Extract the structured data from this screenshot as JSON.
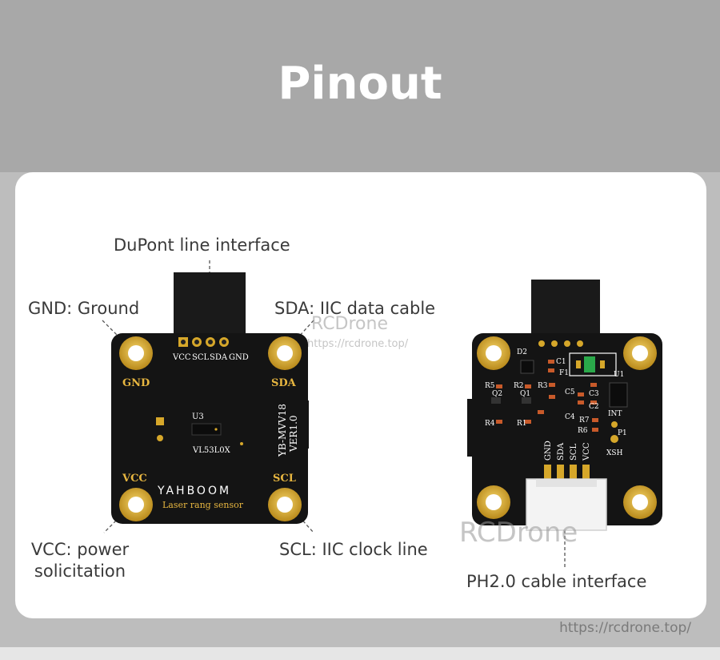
{
  "title": "Pinout",
  "labels": {
    "dupont": "DuPont line interface",
    "gnd": "GND: Ground",
    "sda": "SDA: IIC data cable",
    "vcc_line1": "VCC: power",
    "vcc_line2": "solicitation",
    "scl": "SCL: IIC clock line",
    "ph20": "PH2.0 cable interface"
  },
  "watermarks": {
    "brand": "RCDrone",
    "url": "https://rcdrone.top/",
    "footer_url": "https://rcdrone.top/"
  },
  "front_board": {
    "pad_labels": {
      "gnd": "GND",
      "sda": "SDA",
      "vcc": "VCC",
      "scl": "SCL"
    },
    "header_pins": [
      "VCC",
      "SCL",
      "SDA",
      "GND"
    ],
    "chip_ref": "U3",
    "chip_name": "VL53L0X",
    "model_line1": "YB-MVV18",
    "model_line2": "VER1.0",
    "brand_logo": "YAHBOOM",
    "product": "Laser rang sensor"
  },
  "back_board": {
    "components": [
      "D2",
      "C1",
      "F1",
      "U1",
      "R5",
      "R2",
      "R3",
      "Q2",
      "Q1",
      "C5",
      "C3",
      "C4",
      "C2",
      "R7",
      "INT",
      "R4",
      "R1",
      "R6",
      "P1",
      "XSH"
    ],
    "connector_pins": [
      "GND",
      "SDA",
      "SCL",
      "VCC"
    ]
  },
  "colors": {
    "header_bg": "#a8a8a8",
    "card_bg": "#ffffff",
    "board": "#141414",
    "gold": "#d6a72a"
  }
}
